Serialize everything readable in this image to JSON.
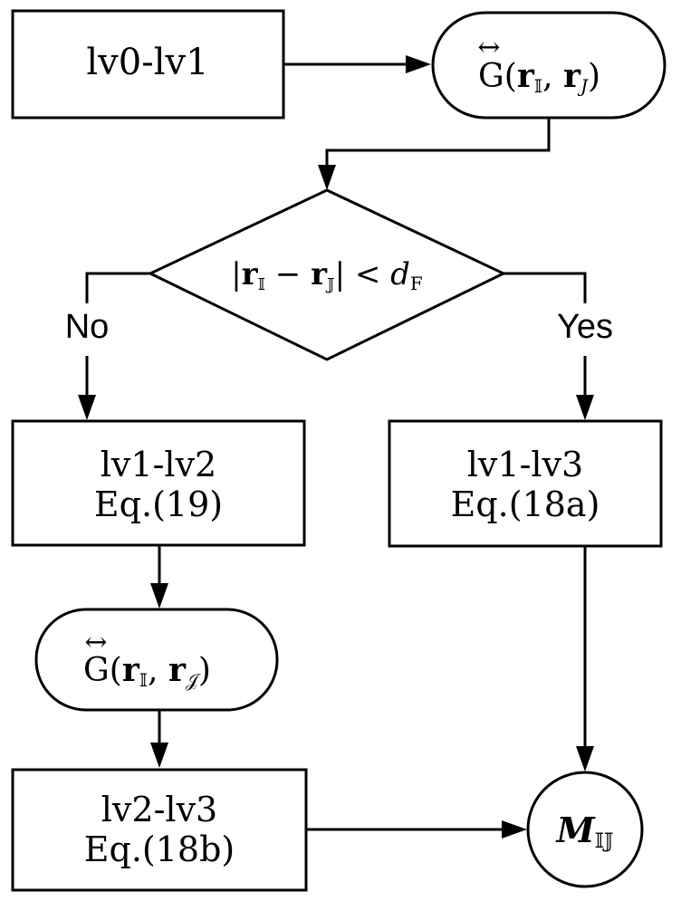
{
  "nodes": {
    "start": {
      "text": "lv0-lv1"
    },
    "green_top": {
      "arrow_symbol": "↔",
      "prefix": "G(",
      "r1": "r",
      "sub1": "𝕀",
      "comma": ", ",
      "r2": "r",
      "sub2": "J",
      "suffix": ")"
    },
    "decision": {
      "bar_open": "|",
      "r1": "r",
      "sub1": "𝕀",
      "minus": " − ",
      "r2": "r",
      "sub2": "𝕁",
      "bar_close": "|",
      "less": " < ",
      "d": "d",
      "sub_d": "F"
    },
    "no_branch_label": "No",
    "yes_branch_label": "Yes",
    "lv1_lv2": {
      "line1": "lv1-lv2",
      "line2": "Eq.(19)"
    },
    "lv1_lv3": {
      "line1": "lv1-lv3",
      "line2": "Eq.(18a)"
    },
    "green_bottom": {
      "arrow_symbol": "↔",
      "prefix": "G(",
      "r1": "r",
      "sub1": "𝕀",
      "comma": ", ",
      "r2": "r",
      "sub2": "𝒥",
      "suffix": ")"
    },
    "lv2_lv3": {
      "line1": "lv2-lv3",
      "line2": "Eq.(18b)"
    },
    "result": {
      "m": "M",
      "sub": "𝕀𝕁"
    }
  }
}
